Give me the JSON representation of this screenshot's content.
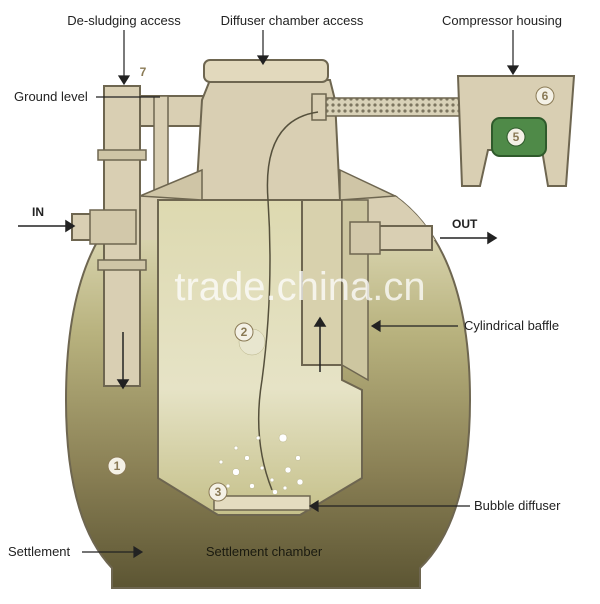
{
  "labels": {
    "desludging_access": "De-sludging access",
    "diffuser_chamber_access": "Diffuser chamber access",
    "compressor_housing": "Compressor housing",
    "ground_level": "Ground level",
    "in": "IN",
    "out": "OUT",
    "cylindrical_baffle": "Cylindrical baffle",
    "bubble_diffuser": "Bubble diffuser",
    "settlement": "Settlement",
    "settlement_chamber": "Settlement chamber"
  },
  "markers": [
    "1",
    "2",
    "3",
    "5",
    "6",
    "7"
  ],
  "watermark": "trade.china.cn",
  "colors": {
    "tank_shell": "#d9cfb3",
    "shell_stroke": "#6e6650",
    "sludge_dark": "#6f6540",
    "liquid_light": "#cfcd9e",
    "compressor": "#4f8a48",
    "marker_circle": "#f4f1e6"
  }
}
